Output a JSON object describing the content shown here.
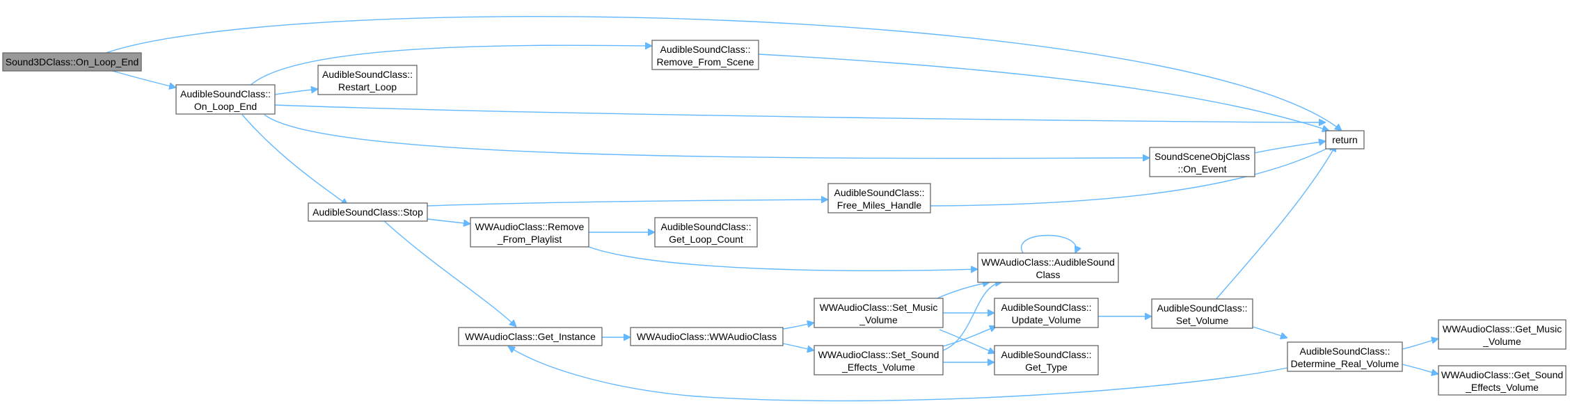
{
  "graph": {
    "edge_color": "#63b8ff",
    "root_fill": "#999999",
    "node_border": "#666666",
    "nodes": [
      {
        "id": "root",
        "lines": [
          "Sound3DClass::On_Loop_End"
        ],
        "root": true
      },
      {
        "id": "asc_on_loop_end",
        "lines": [
          "AudibleSoundClass::",
          "On_Loop_End"
        ]
      },
      {
        "id": "asc_restart_loop",
        "lines": [
          "AudibleSoundClass::",
          "Restart_Loop"
        ]
      },
      {
        "id": "asc_remove_from_scene",
        "lines": [
          "AudibleSoundClass::",
          "Remove_From_Scene"
        ]
      },
      {
        "id": "return",
        "lines": [
          "return"
        ]
      },
      {
        "id": "ssoc_on_event",
        "lines": [
          "SoundSceneObjClass",
          "::On_Event"
        ]
      },
      {
        "id": "asc_stop",
        "lines": [
          "AudibleSoundClass::Stop"
        ]
      },
      {
        "id": "asc_free_miles",
        "lines": [
          "AudibleSoundClass::",
          "Free_Miles_Handle"
        ]
      },
      {
        "id": "wwa_remove_playlist",
        "lines": [
          "WWAudioClass::Remove",
          "_From_Playlist"
        ]
      },
      {
        "id": "asc_get_loop_count",
        "lines": [
          "AudibleSoundClass::",
          "Get_Loop_Count"
        ]
      },
      {
        "id": "wwa_audible_sound",
        "lines": [
          "WWAudioClass::AudibleSound",
          "Class"
        ]
      },
      {
        "id": "wwa_get_instance",
        "lines": [
          "WWAudioClass::Get_Instance"
        ]
      },
      {
        "id": "wwa_ctor",
        "lines": [
          "WWAudioClass::WWAudioClass"
        ]
      },
      {
        "id": "wwa_set_music",
        "lines": [
          "WWAudioClass::Set_Music",
          "_Volume"
        ]
      },
      {
        "id": "wwa_set_sfx",
        "lines": [
          "WWAudioClass::Set_Sound",
          "_Effects_Volume"
        ]
      },
      {
        "id": "asc_update_volume",
        "lines": [
          "AudibleSoundClass::",
          "Update_Volume"
        ]
      },
      {
        "id": "asc_get_type",
        "lines": [
          "AudibleSoundClass::",
          "Get_Type"
        ]
      },
      {
        "id": "asc_set_volume",
        "lines": [
          "AudibleSoundClass::",
          "Set_Volume"
        ]
      },
      {
        "id": "asc_determine_volume",
        "lines": [
          "AudibleSoundClass::",
          "Determine_Real_Volume"
        ]
      },
      {
        "id": "wwa_get_music",
        "lines": [
          "WWAudioClass::Get_Music",
          "_Volume"
        ]
      },
      {
        "id": "wwa_get_sfx",
        "lines": [
          "WWAudioClass::Get_Sound",
          "_Effects_Volume"
        ]
      }
    ]
  }
}
